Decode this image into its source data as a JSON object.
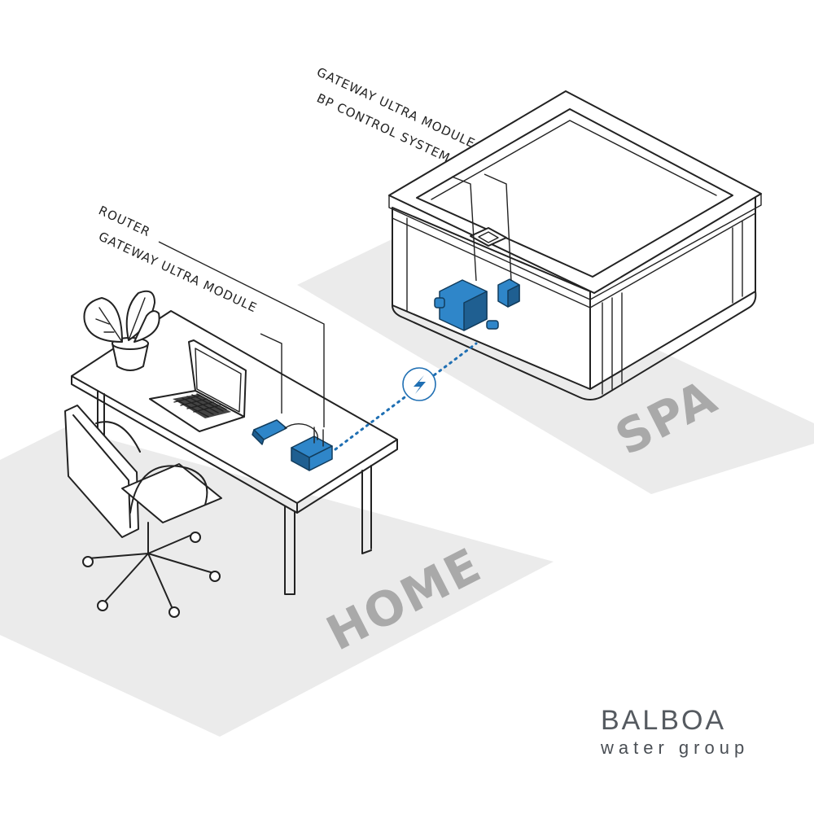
{
  "labels": {
    "spa_gateway": "GATEWAY ULTRA MODULE",
    "spa_control": "BP CONTROL SYSTEM",
    "router": "ROUTER",
    "home_gateway": "GATEWAY ULTRA MODULE"
  },
  "zones": {
    "spa": "SPA",
    "home": "HOME"
  },
  "brand": {
    "name": "BALBOA",
    "tagline": "water group"
  },
  "colors": {
    "device_blue": "#2f86c9",
    "zone_text": "#a9a9a9",
    "zone_floor": "#ebebeb",
    "link_dots": "#1f6fb3"
  },
  "icons": {
    "wireless_link": "lightning-bolt-icon"
  }
}
